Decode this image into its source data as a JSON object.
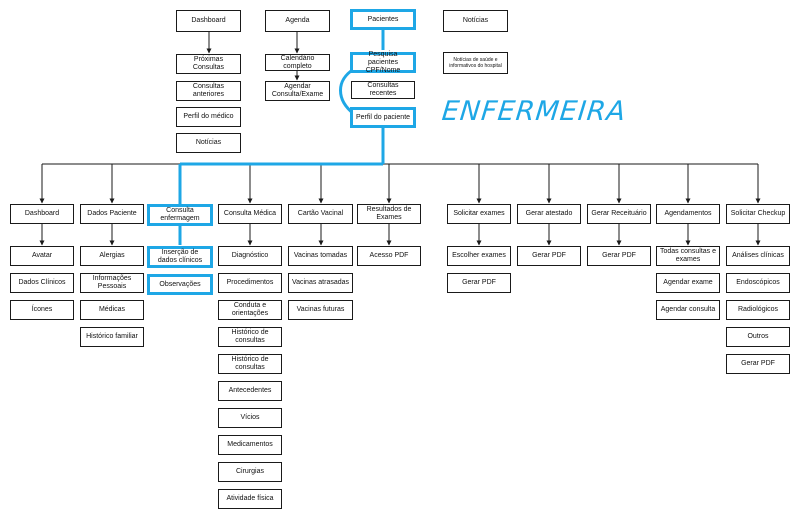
{
  "role_annotation": "ENFERMEIRA",
  "colors": {
    "highlight": "#1ea7e6",
    "line": "#1a1a1a"
  },
  "top_sections": {
    "dashboard": {
      "title": "Dashboard",
      "items": [
        "Próximas Consultas",
        "Consultas anteriores",
        "Perfil do médico",
        "Notícias"
      ]
    },
    "agenda": {
      "title": "Agenda",
      "items": [
        "Calendário completo",
        "Agendar Consulta/Exame"
      ]
    },
    "pacientes": {
      "title": "Pacientes",
      "items": [
        "Pesquisa pacientes CPF/Nome",
        "Consultas recentes",
        "Perfil do paciente"
      ]
    },
    "noticias": {
      "title": "Notícias",
      "items": [
        "Notícias de saúde e informativos do hospital"
      ]
    }
  },
  "profile_sections": [
    {
      "title": "Dashboard",
      "items": [
        "Avatar",
        "Dados Clínicos",
        "Ícones"
      ]
    },
    {
      "title": "Dados Paciente",
      "items": [
        "Alergias",
        "Informações Pessoais",
        "Médicas",
        "Histórico familiar"
      ]
    },
    {
      "title": "Consulta enfermagem",
      "items": [
        "Inserção de dados clínicos",
        "Observações"
      ]
    },
    {
      "title": "Consulta Médica",
      "items": [
        "Diagnóstico",
        "Procedimentos",
        "Conduta e orientações",
        "Histórico de consultas",
        "Histórico de consultas",
        "Antecedentes",
        "Vícios",
        "Medicamentos",
        "Cirurgias",
        "Atividade física"
      ]
    },
    {
      "title": "Cartão Vacinal",
      "items": [
        "Vacinas tomadas",
        "Vacinas atrasadas",
        "Vacinas futuras"
      ]
    },
    {
      "title": "Resultados de Exames",
      "items": [
        "Acesso PDF"
      ]
    },
    {
      "title": "Solicitar exames",
      "items": [
        "Escolher exames",
        "Gerar PDF"
      ]
    },
    {
      "title": "Gerar atestado",
      "items": [
        "Gerar PDF"
      ]
    },
    {
      "title": "Gerar Receituário",
      "items": [
        "Gerar PDF"
      ]
    },
    {
      "title": "Agendamentos",
      "items": [
        "Todas consultas e exames",
        "Agendar exame",
        "Agendar consulta"
      ]
    },
    {
      "title": "Solicitar Checkup",
      "items": [
        "Análises clínicas",
        "Endoscópicos",
        "Radiológicos",
        "Outros",
        "Gerar PDF"
      ]
    }
  ]
}
